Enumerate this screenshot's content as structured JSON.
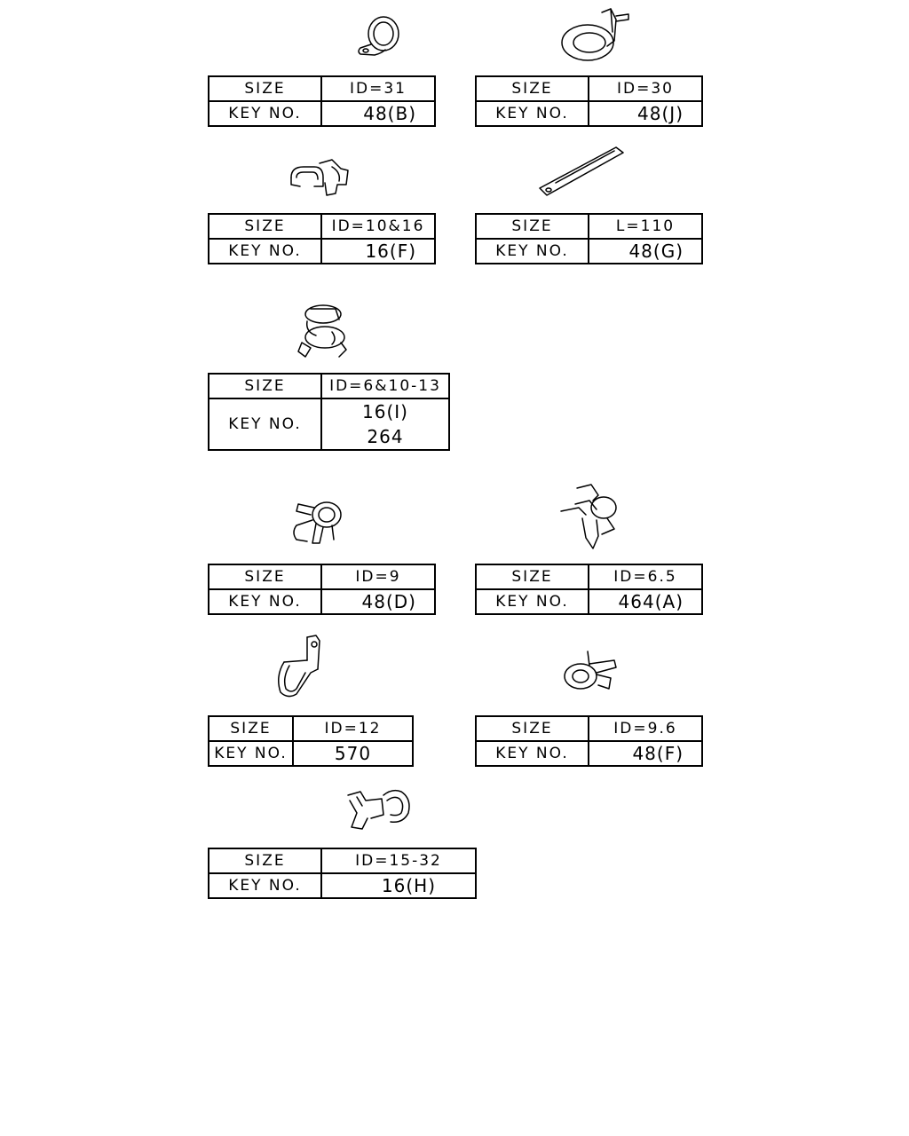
{
  "size_label": "SIZE",
  "key_label": "KEY NO.",
  "parts": [
    {
      "icon": "p-clamp-icon",
      "size": "ID=31",
      "key": "48(B)"
    },
    {
      "icon": "loop-clip-icon",
      "size": "ID=30",
      "key": "48(J)"
    },
    {
      "icon": "double-clip-icon",
      "size": "ID=10&16",
      "key": "16(F)"
    },
    {
      "icon": "strap-band-icon",
      "size": "L=110",
      "key": "48(G)"
    },
    {
      "icon": "stacked-clip-icon",
      "size": "ID=6&10-13",
      "key": [
        "16(I)",
        "264"
      ]
    },
    {
      "icon": "hose-clip-icon",
      "size": "ID=9",
      "key": "48(D)"
    },
    {
      "icon": "push-mount-clip-icon",
      "size": "ID=6.5",
      "key": "464(A)"
    },
    {
      "icon": "tab-clamp-icon",
      "size": "ID=12",
      "key": "570"
    },
    {
      "icon": "small-clip-icon",
      "size": "ID=9.6",
      "key": "48(F)"
    },
    {
      "icon": "c-clip-icon",
      "size": "ID=15-32",
      "key": "16(H)"
    }
  ]
}
